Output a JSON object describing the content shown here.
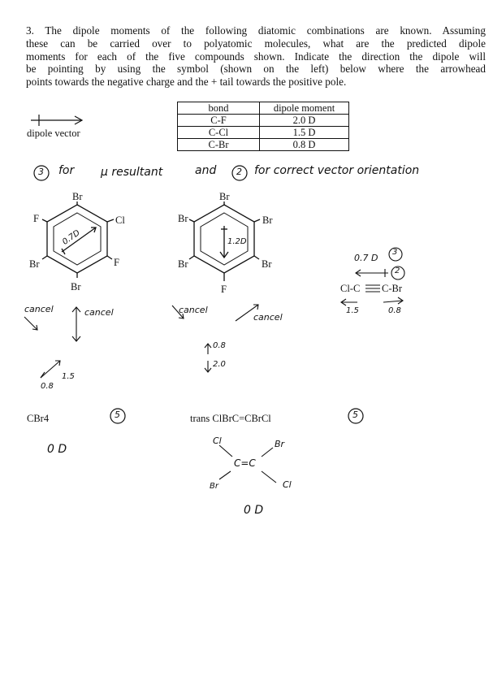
{
  "question": {
    "lines": [
      "3.  The dipole moments of the following diatomic combinations are known.  Assuming",
      "these can be carried over to polyatomic molecules, what are the predicted dipole",
      "moments for each of the five compounds shown.  Indicate the direction the dipole will",
      "be pointing by using the symbol (shown on the left) below where the arrowhead",
      "points towards the negative charge and the + tail towards the positive pole."
    ]
  },
  "dipole_vector_label": "dipole vector",
  "table": {
    "headers": [
      "bond",
      "dipole moment"
    ],
    "rows": [
      [
        "C-F",
        "2.0 D"
      ],
      [
        "C-Cl",
        "1.5 D"
      ],
      [
        "C-Br",
        "0.8 D"
      ]
    ]
  },
  "grading_note": {
    "circle1": "3",
    "part1": "for",
    "part2": "μ resultant",
    "part3": "and",
    "circle2": "2",
    "part4": "for correct vector orientation"
  },
  "molecule1": {
    "atoms": {
      "top": "Br",
      "upper_left": "F",
      "upper_right": "Cl",
      "lower_left": "Br",
      "lower_right": "F",
      "bottom": "Br"
    },
    "inner_note": "0.7D",
    "notes": {
      "cancel_left": "cancel",
      "cancel_right": "cancel",
      "val1": "0.8",
      "val2": "1.5"
    }
  },
  "molecule2": {
    "atoms": {
      "top": "Br",
      "upper_left": "Br",
      "upper_right": "Br",
      "lower_left": "Br",
      "lower_right": "Br",
      "bottom": "F"
    },
    "inner_note": "1.2D",
    "notes": {
      "cancel_left": "cancel",
      "cancel_right": "cancel",
      "val1": "0.8",
      "val2": "2.0"
    }
  },
  "molecule3": {
    "formula_left": "Cl-C",
    "formula_right": "C-Br",
    "note_value": "0.7 D",
    "circle_a": "3",
    "circle_b": "2",
    "val_left": "1.5",
    "val_right": "0.8"
  },
  "molecule4": {
    "label": "CBr4",
    "circle": "5",
    "answer": "0 D"
  },
  "molecule5": {
    "label": "trans ClBrC=CBrCl",
    "circle": "5",
    "drawn": {
      "tl": "Cl",
      "tr": "Br",
      "bl": "Br",
      "br": "Cl",
      "center": "C=C"
    },
    "answer": "0 D"
  }
}
